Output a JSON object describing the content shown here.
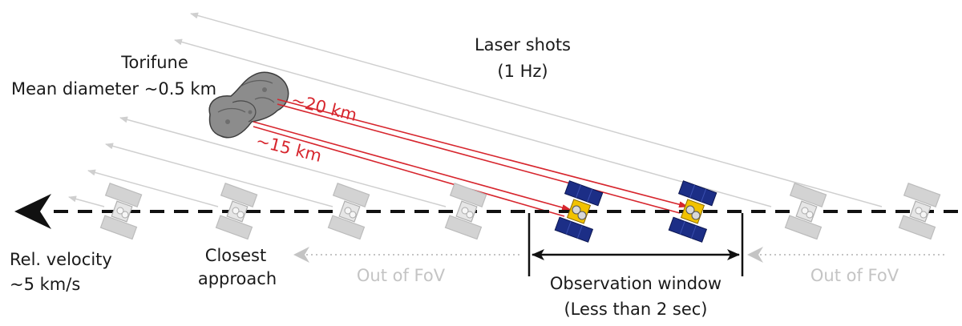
{
  "asteroid": {
    "name": "Torifune",
    "diameter": "Mean diameter ~0.5 km"
  },
  "laser": {
    "title": "Laser shots",
    "rate": "(1 Hz)"
  },
  "distances": {
    "far": "~20 km",
    "near": "~15 km"
  },
  "motion": {
    "velocity_line1": "Rel. velocity",
    "velocity_line2": "~5 km/s"
  },
  "closest": {
    "line1": "Closest",
    "line2": "approach"
  },
  "fov": {
    "left": "Out of FoV",
    "right": "Out of FoV"
  },
  "window": {
    "line1": "Observation window",
    "line2": "(Less than 2 sec)"
  },
  "colors": {
    "laser_gray": "#c8c8c8",
    "range_red": "#d7262e",
    "spacecraft_blue": "#1c2e86",
    "path": "#111111"
  }
}
